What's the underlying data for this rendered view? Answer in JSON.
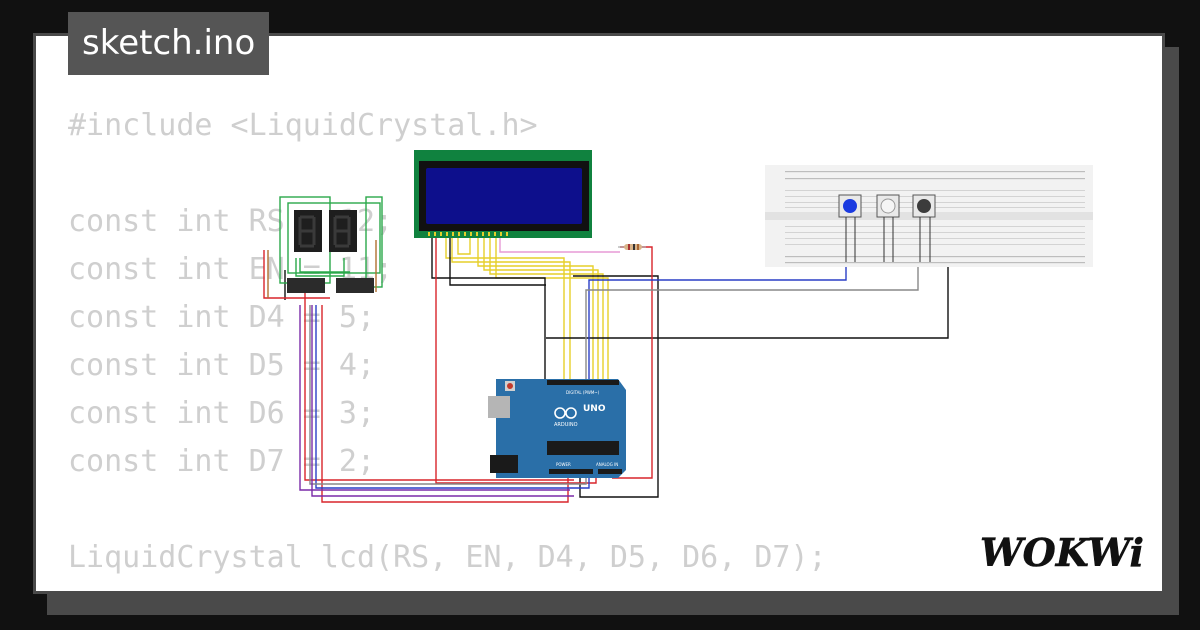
{
  "sketch": {
    "filename": "sketch.ino"
  },
  "code": {
    "lines": [
      "#include <LiquidCrystal.h>",
      "",
      "const int RS = 12;",
      "const int EN = 11;",
      "const int D4 = 5;",
      "const int D5 = 4;",
      "const int D6 = 3;",
      "const int D7 = 2;",
      "",
      "LiquidCrystal lcd(RS, EN, D4, D5, D6, D7);"
    ]
  },
  "board": {
    "model": "UNO",
    "brand": "ARDUINO",
    "digital_label": "DIGITAL (PWM~)",
    "power_label": "POWER",
    "analog_label": "ANALOG IN"
  },
  "brand": {
    "logo_text": "WOKWi"
  },
  "colors": {
    "lcd_pcb": "#10823f",
    "lcd_screen": "#0d0f8c",
    "arduino": "#2a6fa8",
    "breadboard": "#f2f2f2",
    "button_blue": "#1a3ae0",
    "button_white": "#f5f5f5",
    "button_gray": "#3c3c3c"
  },
  "icons": [
    "arduino-infinity-logo",
    "usb-port-icon",
    "power-jack-icon",
    "reset-button-icon"
  ]
}
